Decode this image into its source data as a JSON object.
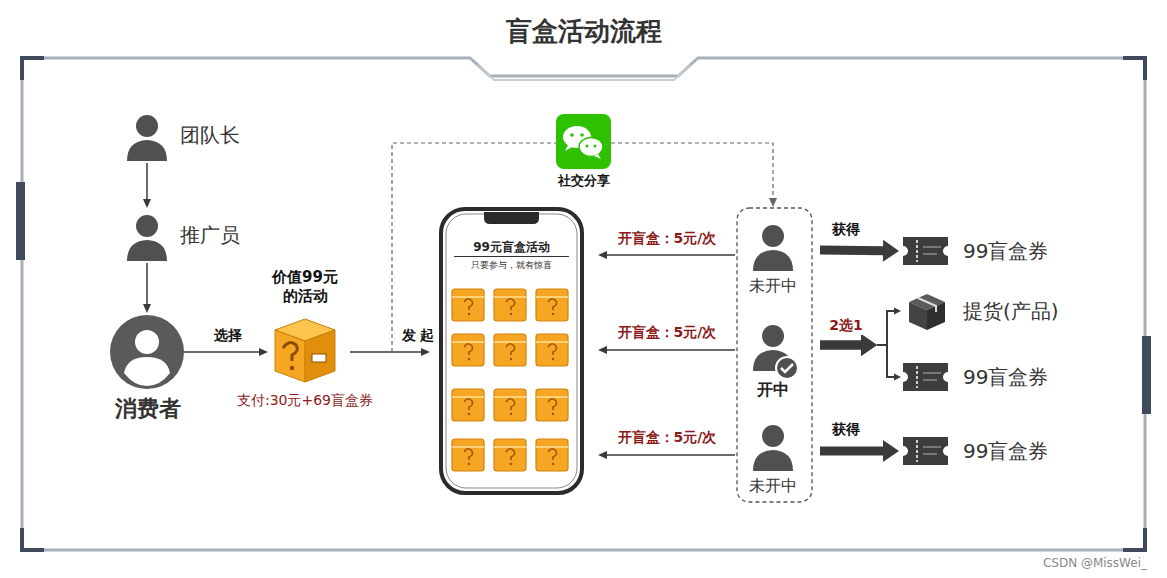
{
  "diagram": {
    "title": "盲盒活动流程",
    "nodes": [
      {
        "text": [
          "团队长"
        ]
      },
      {
        "text": [
          "推广员"
        ]
      },
      {
        "text": [
          "消费者"
        ]
      },
      {
        "text": [
          "价值99元 的活动",
          "支付:30元+69盲盒券"
        ]
      },
      {
        "text": [
          "99元盲盒活动",
          "只要参与，就有惊喜"
        ]
      },
      {
        "text": [
          "社交分享"
        ]
      },
      {
        "text": [
          "未开中"
        ]
      },
      {
        "text": [
          "开中"
        ]
      },
      {
        "text": [
          "未开中"
        ]
      },
      {
        "text": [
          "99盲盒券"
        ]
      },
      {
        "text": [
          "提货(产品)"
        ]
      },
      {
        "text": [
          "99盲盒券"
        ]
      },
      {
        "text": [
          "99盲盒券"
        ]
      }
    ],
    "edges": [
      {
        "from": 0,
        "to": 1,
        "arrow": "to"
      },
      {
        "from": 1,
        "to": 2,
        "arrow": "to"
      },
      {
        "from": 2,
        "to": 3,
        "label": "选择",
        "arrow": "to"
      },
      {
        "from": 3,
        "to": 4,
        "label": "发 起",
        "arrow": "to"
      },
      {
        "from": 3,
        "to": 5,
        "arrow": "none"
      },
      {
        "from": 5,
        "to": 6,
        "arrow": "to"
      },
      {
        "from": 6,
        "to": 4,
        "label": "开盲盒：5元/次",
        "arrow": "to"
      },
      {
        "from": 7,
        "to": 4,
        "label": "开盲盒：5元/次",
        "arrow": "to"
      },
      {
        "from": 8,
        "to": 4,
        "label": "开盲盒：5元/次",
        "arrow": "to"
      },
      {
        "from": 6,
        "to": 9,
        "label": "获得",
        "arrow": "to"
      },
      {
        "from": 7,
        "to": 10,
        "label": "2选1",
        "arrow": "to"
      },
      {
        "from": 7,
        "to": 11,
        "arrow": "to"
      },
      {
        "from": 8,
        "to": 12,
        "label": "获得",
        "arrow": "to"
      }
    ],
    "labels": [
      "CSDN @MissWei_"
    ]
  }
}
